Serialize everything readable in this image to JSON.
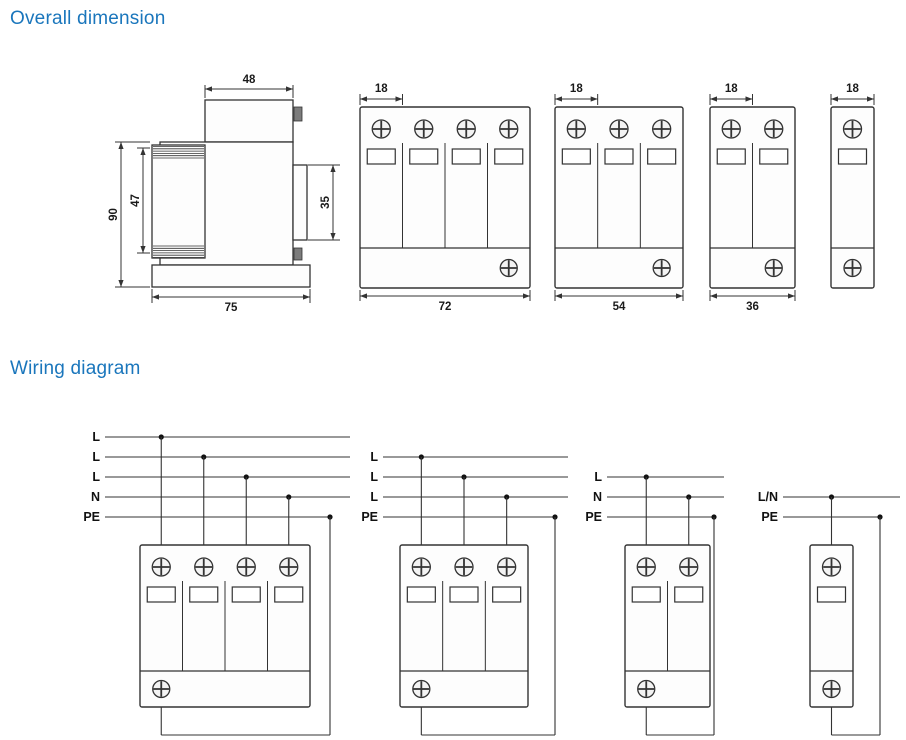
{
  "page": {
    "accent_blue": "#1a76bc",
    "line_color": "#333333",
    "background": "#ffffff"
  },
  "dimension_section": {
    "title": "Overall dimension",
    "side_view": {
      "top_width": "48",
      "overall_height": "90",
      "front_height": "47",
      "rail_height": "35",
      "base_width": "75"
    },
    "front_views": [
      {
        "name": "4-pole",
        "poles": 4,
        "module_width_label": "18",
        "total_width_label": "72"
      },
      {
        "name": "3-pole",
        "poles": 3,
        "module_width_label": "18",
        "total_width_label": "54"
      },
      {
        "name": "2-pole",
        "poles": 2,
        "module_width_label": "18",
        "total_width_label": "36"
      },
      {
        "name": "1-pole",
        "poles": 1,
        "module_width_label": "18",
        "total_width_label": ""
      }
    ]
  },
  "wiring_section": {
    "title": "Wiring diagram",
    "diagrams": [
      {
        "name": "4-pole",
        "poles": 4,
        "terminals": [
          "L",
          "L",
          "L",
          "N"
        ],
        "pe_label": "PE"
      },
      {
        "name": "3-pole",
        "poles": 3,
        "terminals": [
          "L",
          "L",
          "L"
        ],
        "pe_label": "PE"
      },
      {
        "name": "2-pole",
        "poles": 2,
        "terminals": [
          "L",
          "N"
        ],
        "pe_label": "PE"
      },
      {
        "name": "1-pole",
        "poles": 1,
        "terminals": [
          "L/N"
        ],
        "pe_label": "PE"
      }
    ]
  }
}
